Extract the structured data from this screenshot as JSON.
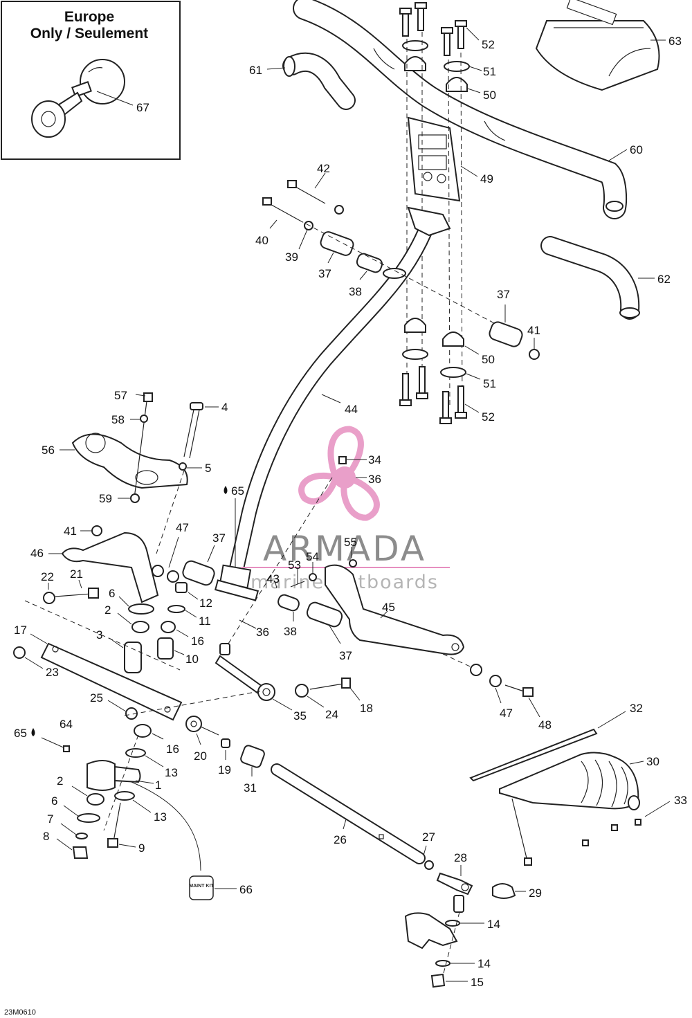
{
  "inset": {
    "title_line1": "Europe",
    "title_line2": "Only / Seulement"
  },
  "watermark": {
    "brand": "ARMADA",
    "tagline": "marine outboards"
  },
  "diagram_code": "23M0610",
  "tag_label": "MAINT KIT",
  "callouts": {
    "c1": "1",
    "c2a": "2",
    "c2b": "2",
    "c3": "3",
    "c4": "4",
    "c5": "5",
    "c6a": "6",
    "c6b": "6",
    "c7": "7",
    "c8": "8",
    "c9": "9",
    "c10": "10",
    "c11": "11",
    "c12": "12",
    "c13a": "13",
    "c13b": "13",
    "c14a": "14",
    "c14b": "14",
    "c15": "15",
    "c16a": "16",
    "c16b": "16",
    "c17": "17",
    "c18": "18",
    "c19": "19",
    "c20": "20",
    "c21": "21",
    "c22": "22",
    "c23": "23",
    "c24": "24",
    "c25": "25",
    "c26": "26",
    "c27": "27",
    "c28": "28",
    "c29": "29",
    "c30": "30",
    "c31": "31",
    "c32": "32",
    "c33": "33",
    "c34": "34",
    "c35": "35",
    "c36a": "36",
    "c36b": "36",
    "c37a": "37",
    "c37b": "37",
    "c37c": "37",
    "c37d": "37",
    "c38a": "38",
    "c38b": "38",
    "c39": "39",
    "c40": "40",
    "c41a": "41",
    "c41b": "41",
    "c42": "42",
    "c43": "43",
    "c44": "44",
    "c45": "45",
    "c46": "46",
    "c47a": "47",
    "c47b": "47",
    "c48": "48",
    "c49": "49",
    "c50a": "50",
    "c50b": "50",
    "c51a": "51",
    "c51b": "51",
    "c52a": "52",
    "c52b": "52",
    "c53": "53",
    "c54": "54",
    "c55": "55",
    "c56": "56",
    "c57": "57",
    "c58": "58",
    "c59": "59",
    "c60": "60",
    "c61": "61",
    "c62": "62",
    "c63": "63",
    "c64": "64",
    "c65a": "65",
    "c65b": "65",
    "c66": "66",
    "c67": "67"
  },
  "colors": {
    "line": "#222222",
    "watermark_pink": "#e68fc0",
    "watermark_gray": "#8c8c8c"
  }
}
